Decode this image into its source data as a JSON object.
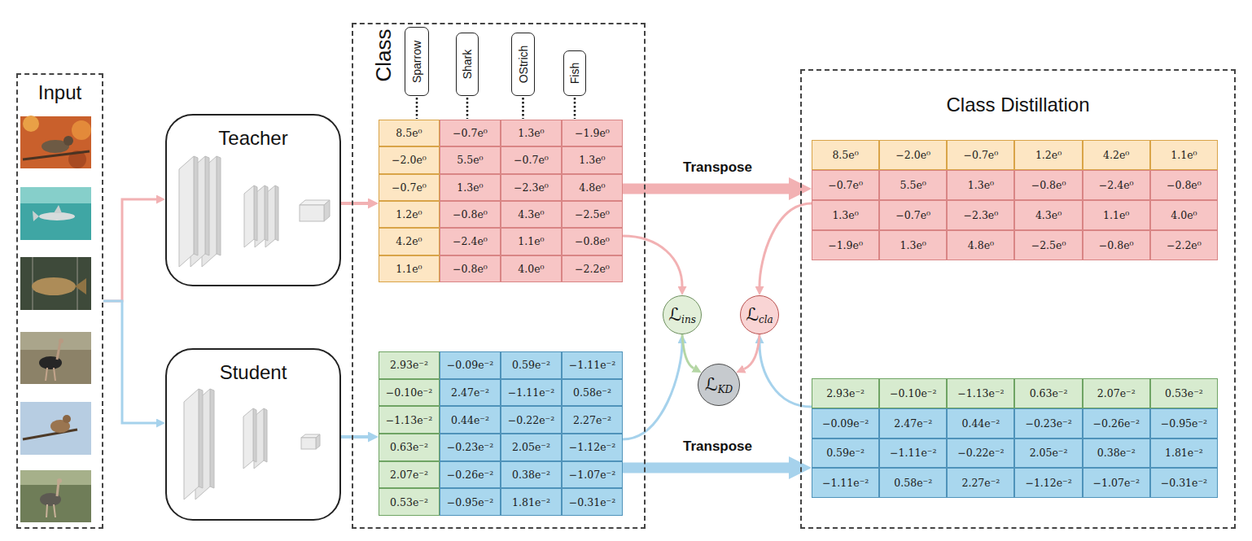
{
  "diagram": {
    "nodes": [
      {
        "text": [
          "Input"
        ]
      },
      {
        "text": [
          "Teacher"
        ]
      },
      {
        "text": [
          "Student"
        ]
      },
      {
        "text": [
          "Class"
        ]
      },
      {
        "text": [
          "Sparrow"
        ],
        "in": 3
      },
      {
        "text": [
          "Shark"
        ],
        "in": 3
      },
      {
        "text": [
          "OStrich"
        ],
        "in": 3
      },
      {
        "text": [
          "Fish"
        ],
        "in": 3
      },
      {
        "text": [
          "8.5e⁰",
          "−0.7e⁰",
          "1.3e⁰",
          "−1.9e⁰",
          "−2.0e⁰",
          "5.5e⁰",
          "−0.7e⁰",
          "1.3e⁰",
          "−0.7e⁰",
          "1.3e⁰",
          "−2.3e⁰",
          "4.8e⁰",
          "1.2e⁰",
          "−0.8e⁰",
          "4.3e⁰",
          "−2.5e⁰",
          "4.2e⁰",
          "−2.4e⁰",
          "1.1e⁰",
          "−0.8e⁰",
          "1.1e⁰",
          "−0.8e⁰",
          "4.0e⁰",
          "−2.2e⁰"
        ],
        "in": 3
      },
      {
        "text": [
          "2.93e⁻²",
          "−0.09e⁻²",
          "0.59e⁻²",
          "−1.11e⁻²",
          "−0.10e⁻²",
          "2.47e⁻²",
          "−1.11e⁻²",
          "0.58e⁻²",
          "−1.13e⁻²",
          "0.44e⁻²",
          "−0.22e⁻²",
          "2.27e⁻²",
          "0.63e⁻²",
          "−0.23e⁻²",
          "2.05e⁻²",
          "−1.12e⁻²",
          "2.07e⁻²",
          "−0.26e⁻²",
          "0.38e⁻²",
          "−1.07e⁻²",
          "0.53e⁻²",
          "−0.95e⁻²",
          "1.81e⁻²",
          "−0.31e⁻²"
        ],
        "in": 3
      },
      {
        "text": [
          "ℒ",
          "ins"
        ]
      },
      {
        "text": [
          "ℒ",
          "cla"
        ]
      },
      {
        "text": [
          "ℒ",
          "KD"
        ]
      },
      {
        "text": [
          "Class Distillation"
        ]
      },
      {
        "text": [
          "8.5e⁰",
          "−2.0e⁰",
          "−0.7e⁰",
          "1.2e⁰",
          "4.2e⁰",
          "1.1e⁰",
          "−0.7e⁰",
          "5.5e⁰",
          "1.3e⁰",
          "−0.8e⁰",
          "−2.4e⁰",
          "−0.8e⁰",
          "1.3e⁰",
          "−0.7e⁰",
          "−2.3e⁰",
          "4.3e⁰",
          "1.1e⁰",
          "4.0e⁰",
          "−1.9e⁰",
          "1.3e⁰",
          "4.8e⁰",
          "−2.5e⁰",
          "−0.8e⁰",
          "−2.2e⁰"
        ],
        "in": 13
      },
      {
        "text": [
          "2.93e⁻²",
          "−0.10e⁻²",
          "−1.13e⁻²",
          "0.63e⁻²",
          "2.07e⁻²",
          "0.53e⁻²",
          "−0.09e⁻²",
          "2.47e⁻²",
          "0.44e⁻²",
          "−0.23e⁻²",
          "−0.26e⁻²",
          "−0.95e⁻²",
          "0.59e⁻²",
          "−1.11e⁻²",
          "−0.22e⁻²",
          "2.05e⁻²",
          "0.38e⁻²",
          "1.81e⁻²",
          "−1.11e⁻²",
          "0.58e⁻²",
          "2.27e⁻²",
          "−1.12e⁻²",
          "−1.07e⁻²",
          "−0.31e⁻²"
        ],
        "in": 13
      }
    ],
    "edges": [
      {
        "from": 0,
        "to": 1,
        "arrow": "to"
      },
      {
        "from": 0,
        "to": 2,
        "arrow": "to"
      },
      {
        "from": 1,
        "to": 8,
        "arrow": "to"
      },
      {
        "from": 2,
        "to": 9,
        "arrow": "to"
      },
      {
        "from": 8,
        "to": 14,
        "label": "Transpose",
        "arrow": "to"
      },
      {
        "from": 9,
        "to": 15,
        "label": "Transpose",
        "arrow": "to"
      },
      {
        "from": 8,
        "to": 10,
        "arrow": "to"
      },
      {
        "from": 9,
        "to": 10,
        "arrow": "to"
      },
      {
        "from": 14,
        "to": 11,
        "arrow": "to"
      },
      {
        "from": 15,
        "to": 11,
        "arrow": "to"
      },
      {
        "from": 10,
        "to": 12,
        "arrow": "to"
      },
      {
        "from": 11,
        "to": 12,
        "arrow": "to"
      }
    ]
  }
}
